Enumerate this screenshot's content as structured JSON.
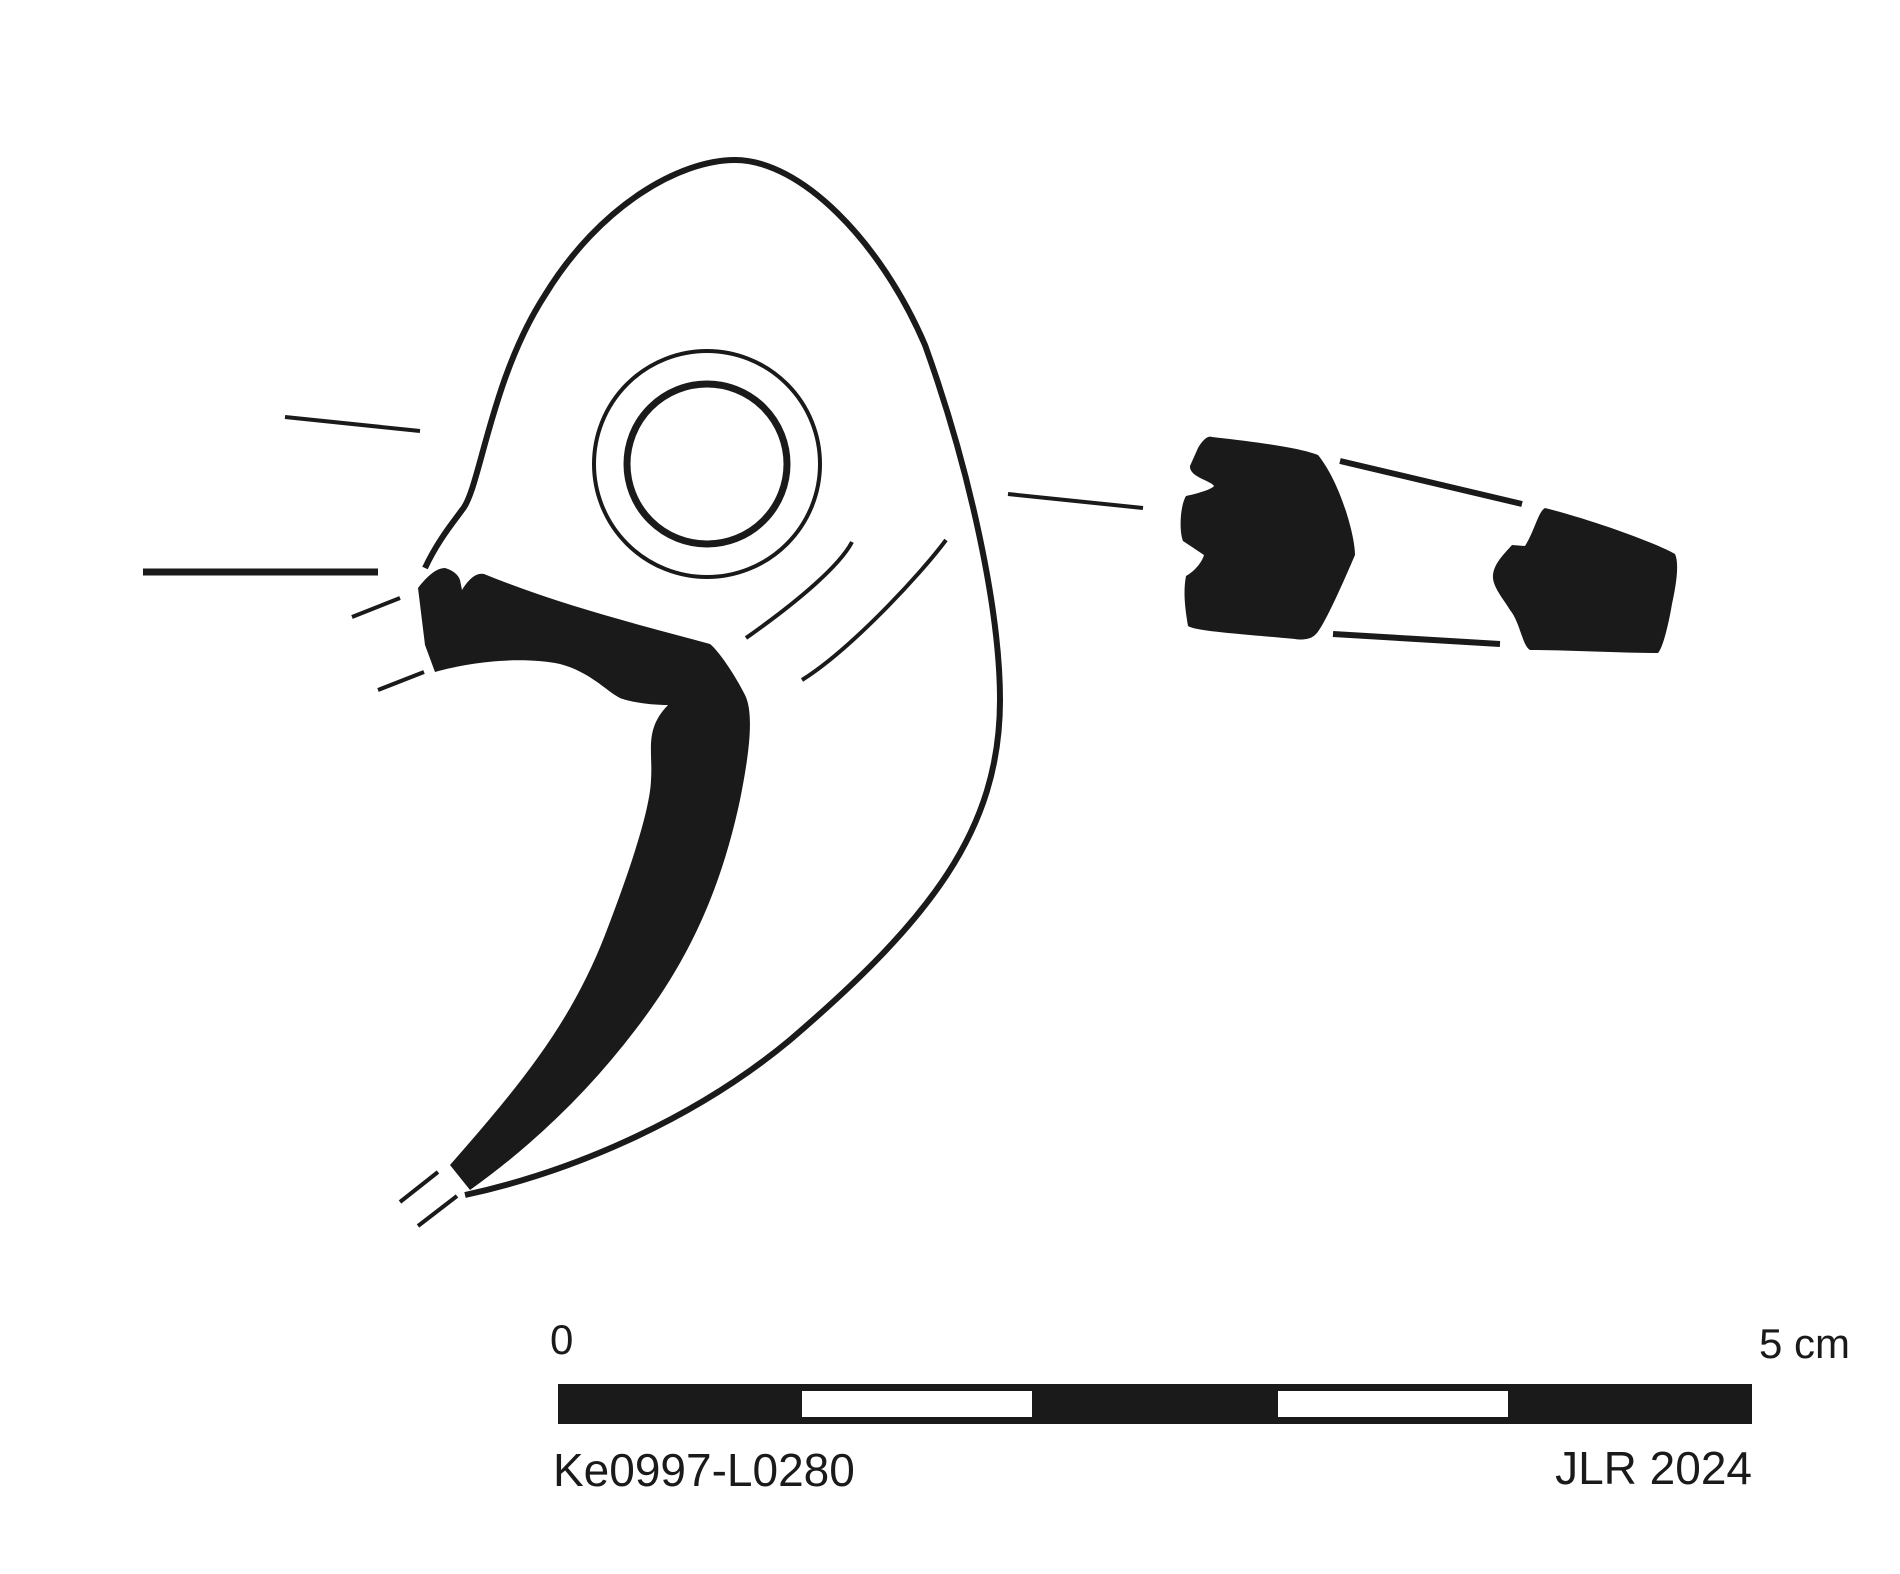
{
  "scale_bar": {
    "start_label": "0",
    "end_label": "5 cm"
  },
  "footer": {
    "catalog_id": "Ke0997-L0280",
    "author_credit": "JLR 2024"
  },
  "colors": {
    "ink": "#1a1a1a",
    "background": "#ffffff"
  }
}
